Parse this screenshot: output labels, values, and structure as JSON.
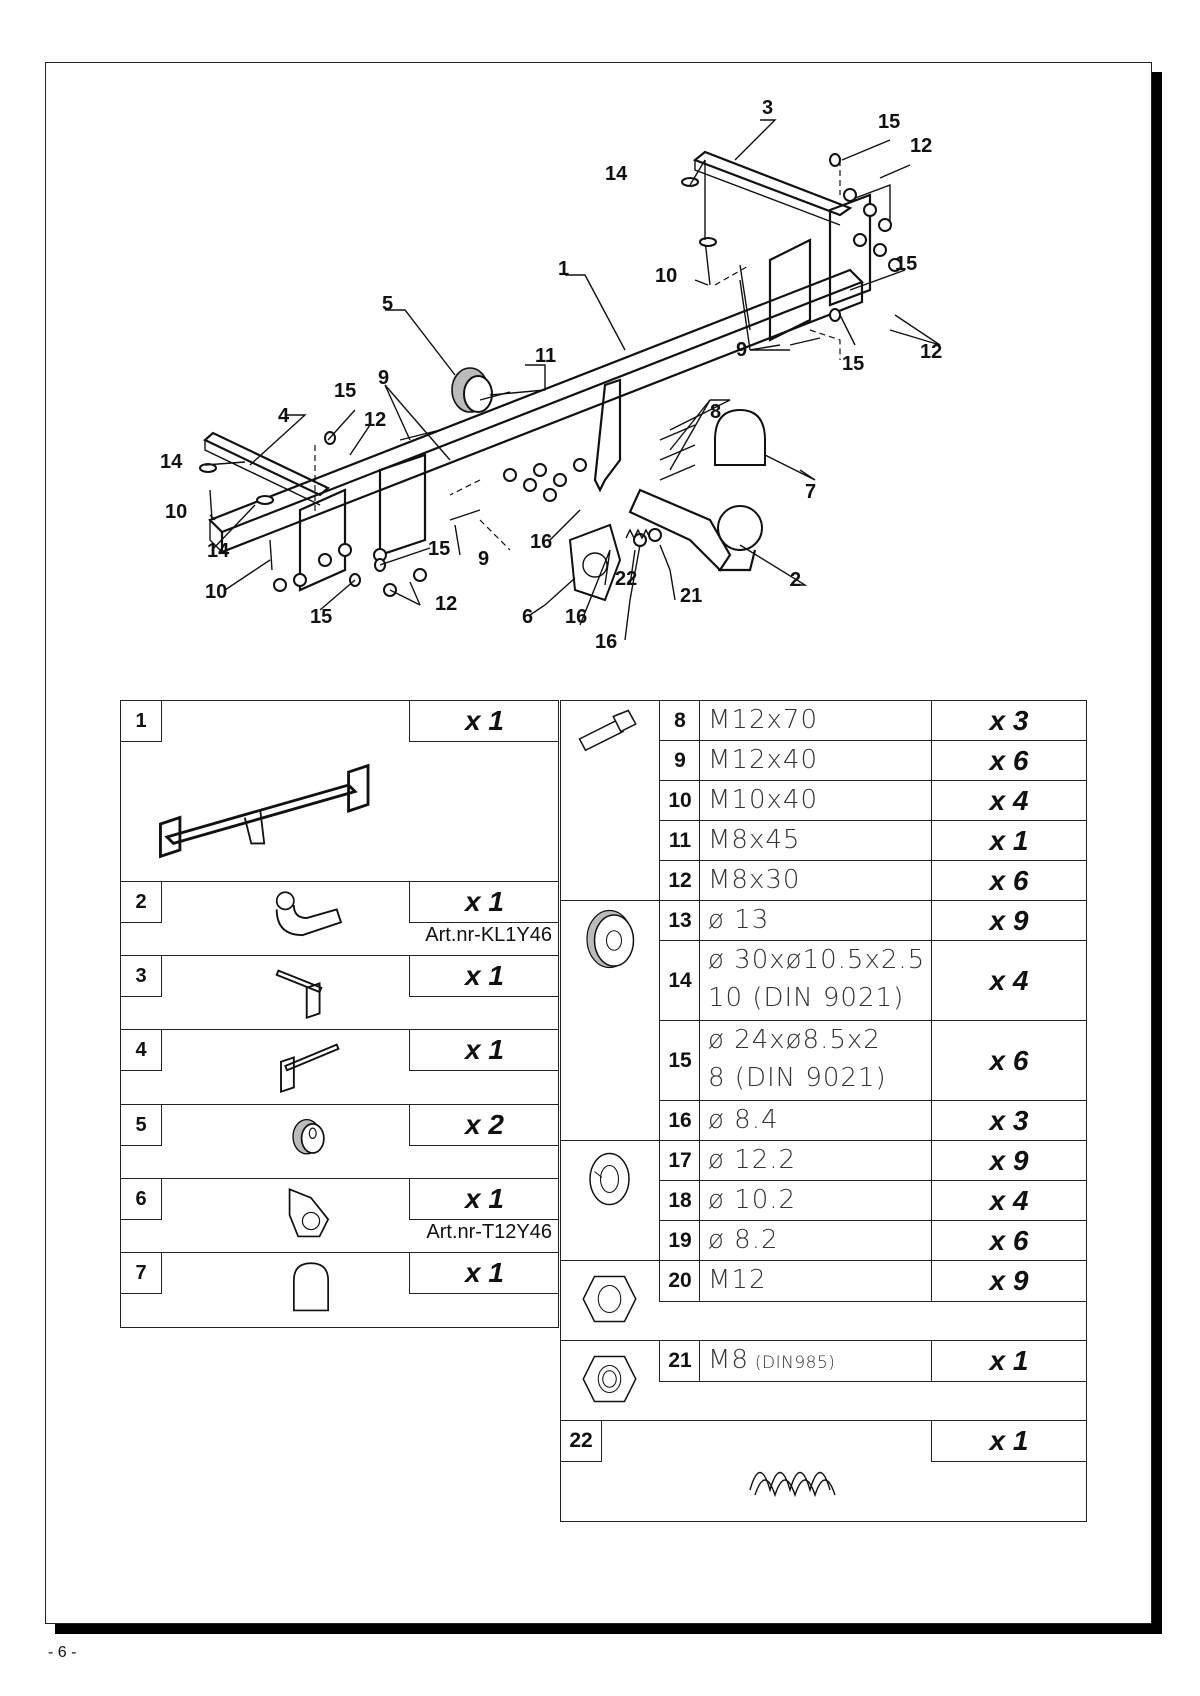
{
  "diagram": {
    "callouts": [
      "1",
      "2",
      "3",
      "4",
      "5",
      "6",
      "7",
      "8",
      "9",
      "9",
      "9",
      "10",
      "10",
      "10",
      "11",
      "12",
      "12",
      "12",
      "12",
      "14",
      "14",
      "14",
      "15",
      "15",
      "15",
      "15",
      "15",
      "15",
      "16",
      "16",
      "16",
      "21",
      "22"
    ]
  },
  "parts_left": [
    {
      "num": "1",
      "qty": "1",
      "art": ""
    },
    {
      "num": "2",
      "qty": "1",
      "art": "Art.nr-KL1Y46"
    },
    {
      "num": "3",
      "qty": "1",
      "art": ""
    },
    {
      "num": "4",
      "qty": "1",
      "art": ""
    },
    {
      "num": "5",
      "qty": "2",
      "art": ""
    },
    {
      "num": "6",
      "qty": "1",
      "art": "Art.nr-T12Y46"
    },
    {
      "num": "7",
      "qty": "1",
      "art": ""
    }
  ],
  "qty_prefix": "x",
  "bolts": [
    {
      "num": "8",
      "spec": "M12x70",
      "qty": "3"
    },
    {
      "num": "9",
      "spec": "M12x40",
      "qty": "6"
    },
    {
      "num": "10",
      "spec": "M10x40",
      "qty": "4"
    },
    {
      "num": "11",
      "spec": "M8x45",
      "qty": "1"
    },
    {
      "num": "12",
      "spec": "M8x30",
      "qty": "6"
    }
  ],
  "washers": [
    {
      "num": "13",
      "spec": "ø 13",
      "qty": "9"
    },
    {
      "num": "14",
      "spec": "ø 30xø10.5x2.5",
      "spec2": "10   (DIN 9021)",
      "qty": "4"
    },
    {
      "num": "15",
      "spec": "ø 24xø8.5x2",
      "spec2": "8    (DIN 9021)",
      "qty": "6"
    },
    {
      "num": "16",
      "spec": "ø 8.4",
      "qty": "3"
    }
  ],
  "spring_washers": [
    {
      "num": "17",
      "spec": "ø 12.2",
      "qty": "9"
    },
    {
      "num": "18",
      "spec": "ø 10.2",
      "qty": "4"
    },
    {
      "num": "19",
      "spec": "ø 8.2",
      "qty": "6"
    }
  ],
  "nuts": [
    {
      "num": "20",
      "spec": "M12",
      "qty": "9"
    },
    {
      "num": "21",
      "spec": "M8",
      "spec_note": "(DIN985)",
      "qty": "1"
    }
  ],
  "spring": {
    "num": "22",
    "qty": "1"
  },
  "page_number": "- 6 -"
}
